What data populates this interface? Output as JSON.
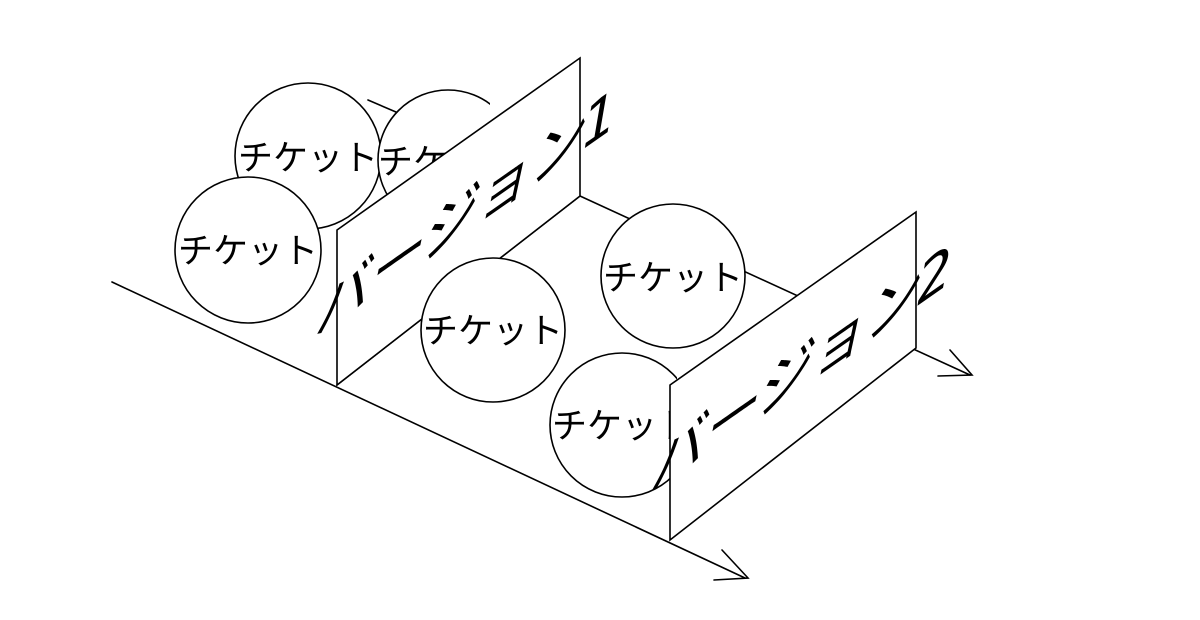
{
  "colors": {
    "stroke": "#000000",
    "fill": "#ffffff"
  },
  "tickets": [
    {
      "label": "チケット"
    },
    {
      "label": "チケット"
    },
    {
      "label": "チケット"
    },
    {
      "label": "チケット"
    },
    {
      "label": "チケット"
    },
    {
      "label": "チケット"
    }
  ],
  "versions": [
    {
      "label": "バージョン1"
    },
    {
      "label": "バージョン2"
    }
  ]
}
